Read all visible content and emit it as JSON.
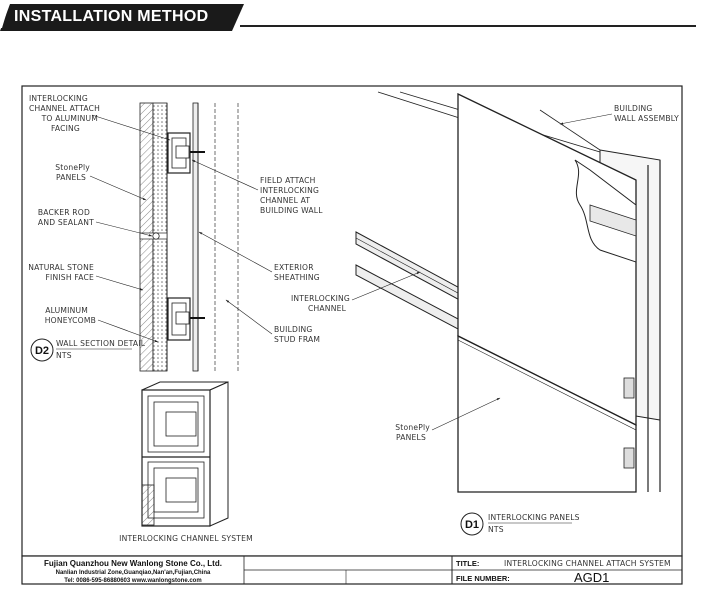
{
  "header": {
    "title": "INSTALLATION METHOD"
  },
  "section_detail": {
    "labels": {
      "interlocking_attach": [
        "INTERLOCKING",
        "CHANNEL ATTACH",
        "TO ALUMINUM",
        "FACING"
      ],
      "stoneply_panels": [
        "StonePly",
        "PANELS"
      ],
      "backer_rod": [
        "BACKER ROD",
        "AND SEALANT"
      ],
      "natural_stone": [
        "NATURAL STONE",
        "FINISH FACE"
      ],
      "aluminum_honeycomb": [
        "ALUMINUM",
        "HONEYCOMB"
      ],
      "field_attach": [
        "FIELD ATTACH",
        "INTERLOCKING",
        "CHANNEL AT",
        "BUILDING WALL"
      ],
      "exterior_sheathing": [
        "EXTERIOR",
        "SHEATHING"
      ],
      "building_stud": [
        "BUILDING",
        "STUD FRAM"
      ]
    },
    "tag": "D2",
    "caption": [
      "WALL SECTION DETAIL",
      "NTS"
    ]
  },
  "channel_detail": {
    "caption": "INTERLOCKING CHANNEL SYSTEM"
  },
  "panel_detail": {
    "labels": {
      "building_wall": [
        "BUILDING",
        "WALL ASSEMBLY"
      ],
      "interlocking_channel": [
        "INTERLOCKING",
        "CHANNEL"
      ],
      "stoneply_panels": [
        "StonePly",
        "PANELS"
      ]
    },
    "tag": "D1",
    "caption": [
      "INTERLOCKING PANELS",
      "NTS"
    ]
  },
  "title_block": {
    "company": "Fujian Quanzhou New Wanlong Stone Co., Ltd.",
    "address": "Nanlian Industrial Zone,Guanqiao,Nan'an,Fujian,China",
    "contact": "Tel: 0086-595-86880603  www.wanlongstone.com",
    "title_label": "TITLE:",
    "title_value": "INTERLOCKING CHANNEL ATTACH SYSTEM",
    "file_label": "FILE NUMBER:",
    "file_value": "AGD1"
  }
}
